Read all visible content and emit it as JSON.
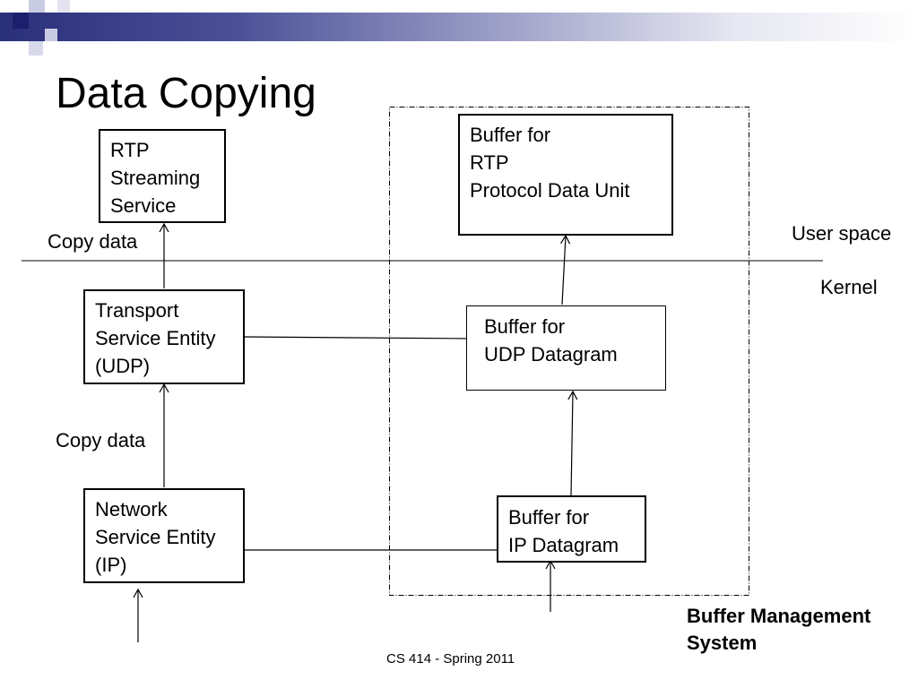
{
  "slide": {
    "title": "Data Copying",
    "footer": "CS 414 - Spring 2011",
    "theme_color": "#2a2f7a"
  },
  "boxes": {
    "rtp_service": [
      "RTP",
      "Streaming",
      "Service"
    ],
    "transport_entity": [
      "Transport",
      "Service Entity",
      "(UDP)"
    ],
    "network_entity": [
      "Network",
      "Service Entity",
      "(IP)"
    ],
    "rtp_buffer": [
      "Buffer for",
      "RTP",
      "Protocol Data Unit"
    ],
    "udp_buffer": [
      "Buffer for",
      "UDP Datagram"
    ],
    "ip_buffer": [
      "Buffer for",
      "IP Datagram"
    ]
  },
  "labels": {
    "copy_data_top": "Copy data",
    "copy_data_bottom": "Copy data",
    "user_space": "User space",
    "kernel": "Kernel",
    "buffer_mgmt_line1": "Buffer Management",
    "buffer_mgmt_line2": "System"
  }
}
